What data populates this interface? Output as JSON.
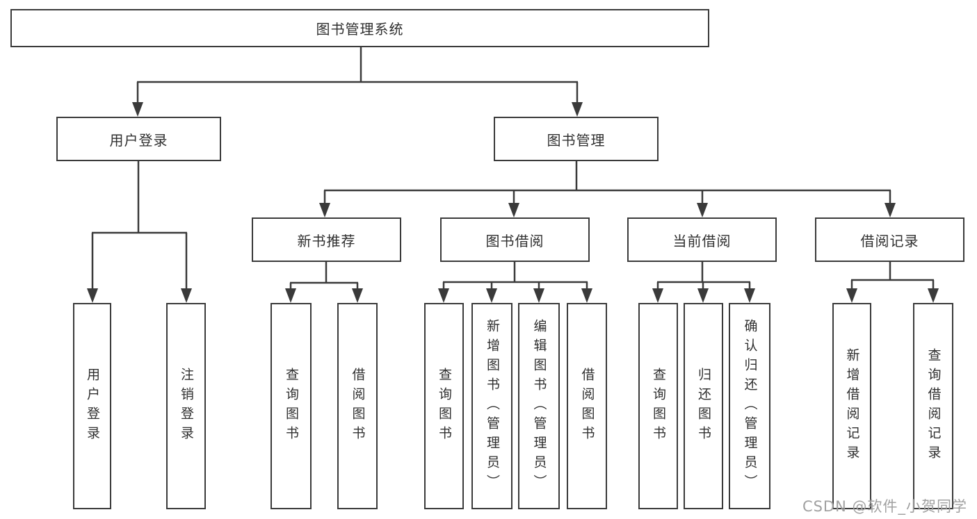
{
  "diagram": {
    "background_color": "#ffffff",
    "line_color": "#3a3a3a",
    "text_color": "#2f2f2f",
    "nodes": {
      "root": "图书管理系统",
      "user_login": "用户登录",
      "book_management": "图书管理",
      "login_children": [
        "用户登录",
        "注销登录"
      ],
      "modules": [
        "新书推荐",
        "图书借阅",
        "当前借阅",
        "借阅记录"
      ],
      "new_book_children": [
        "查询图书",
        "借阅图书"
      ],
      "borrow_children": [
        "查询图书",
        "新增图书（管理员）",
        "编辑图书（管理员）",
        "借阅图书"
      ],
      "current_children": [
        "查询图书",
        "归还图书",
        "确认归还（管理员）"
      ],
      "record_children": [
        "新增借阅记录",
        "查询借阅记录"
      ]
    }
  },
  "watermark": {
    "text": "CSDN @软件_小贺同学",
    "color": "#a0a0a0"
  }
}
